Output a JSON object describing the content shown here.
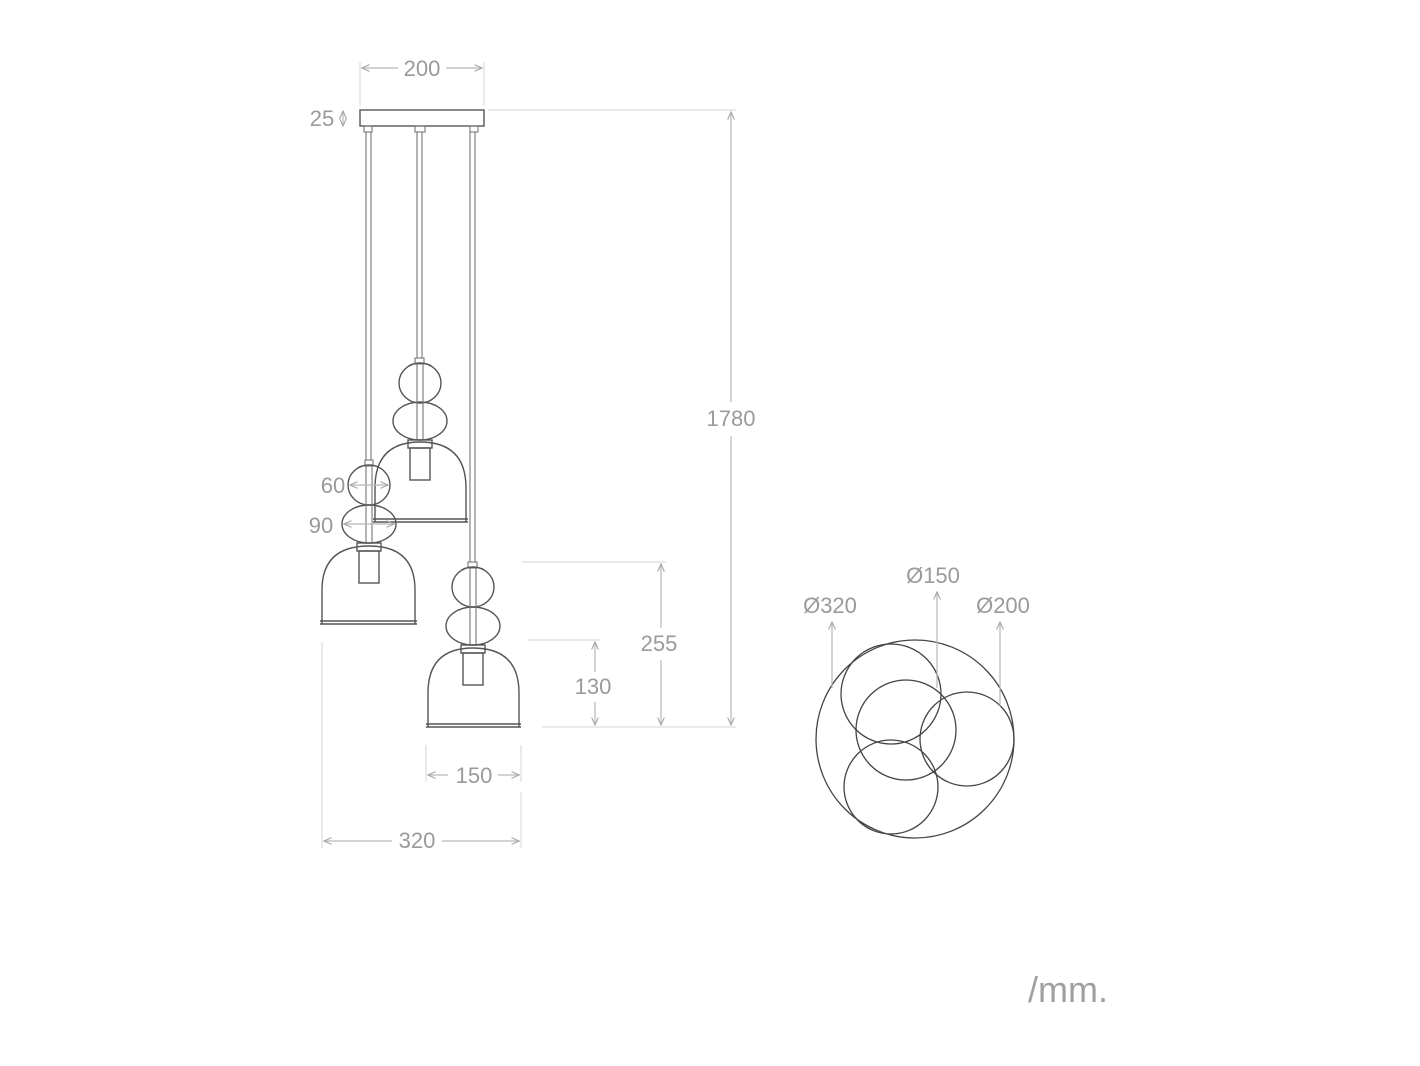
{
  "dimensions": {
    "canopy_width": "200",
    "canopy_height": "25",
    "total_height": "1780",
    "small_globe": "60",
    "large_globe": "90",
    "shade_height_total": "255",
    "shade_height": "130",
    "shade_diameter": "150",
    "total_width": "320"
  },
  "top_view": {
    "outer_diameter": "Ø320",
    "shade_diameter": "Ø150",
    "canopy_diameter": "Ø200"
  },
  "unit": "/mm.",
  "colors": {
    "dimension": "#9a9a9a",
    "outline": "#555555"
  }
}
